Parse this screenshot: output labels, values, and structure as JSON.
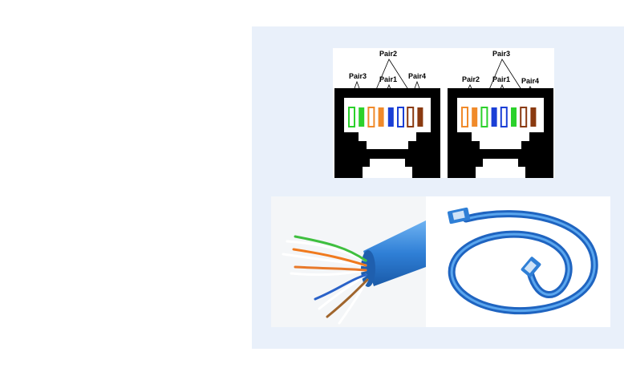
{
  "diagram": {
    "left_jack": {
      "labels": {
        "top": "Pair2",
        "left": "Pair3",
        "middle": "Pair1",
        "right": "Pair4"
      },
      "pins": [
        "#ffffff",
        "#2bd12b",
        "#ffffff",
        "#f08a2a",
        "#1a3fd6",
        "#ffffff",
        "#ffffff",
        "#8a3a10"
      ],
      "pin_stripes": [
        "#2bd12b",
        null,
        "#f08a2a",
        null,
        null,
        "#1a3fd6",
        "#8a3a10",
        null
      ]
    },
    "right_jack": {
      "labels": {
        "top": "Pair3",
        "left": "Pair2",
        "middle": "Pair1",
        "right": "Pair4"
      },
      "pins": [
        "#ffffff",
        "#f08a2a",
        "#ffffff",
        "#1a3fd6",
        "#ffffff",
        "#2bd12b",
        "#ffffff",
        "#8a3a10"
      ],
      "pin_stripes": [
        "#f08a2a",
        null,
        "#2bd12b",
        null,
        "#1a3fd6",
        null,
        "#8a3a10",
        null
      ]
    }
  },
  "colors": {
    "panel_bg": "#e9f0fa",
    "cable_blue": "#2f7fd6",
    "connector_blue": "#3b8fe6"
  },
  "photos": {
    "left": "cable-end-twisted-pairs",
    "right": "coiled-patch-cable"
  }
}
